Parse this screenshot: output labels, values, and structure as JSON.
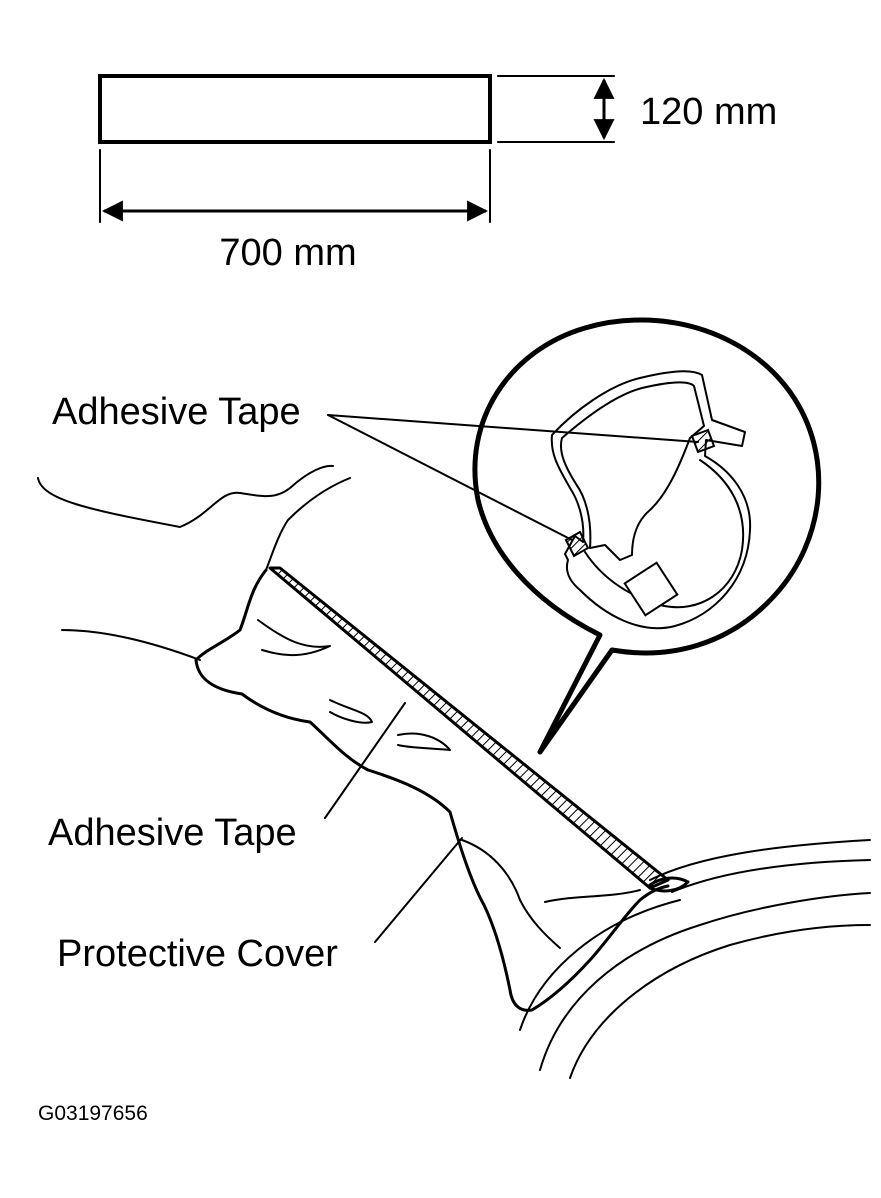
{
  "dimensions": {
    "height_label": "120 mm",
    "width_label": "700 mm"
  },
  "labels": {
    "adhesive_tape_top": "Adhesive Tape",
    "adhesive_tape_bottom": "Adhesive Tape",
    "protective_cover": "Protective Cover"
  },
  "figure_code": "G03197656"
}
